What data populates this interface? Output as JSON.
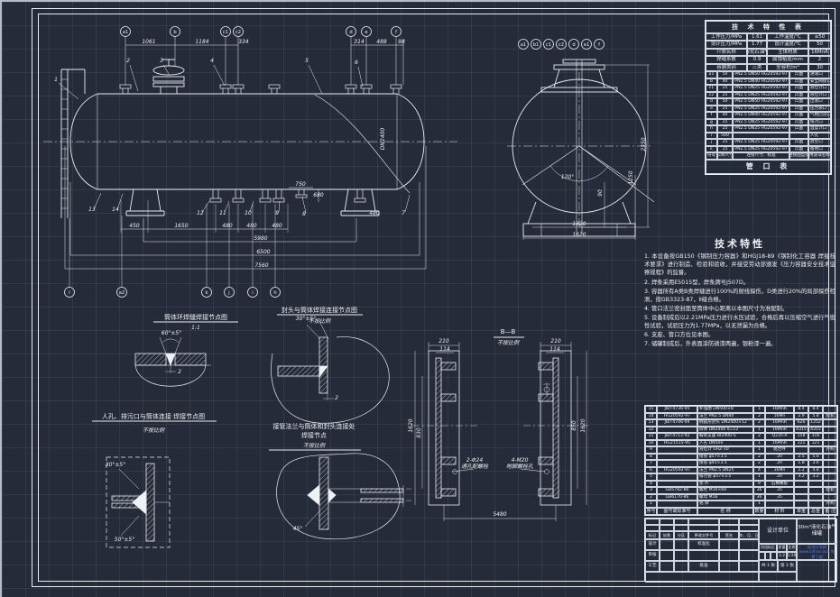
{
  "sheet": {
    "bg": "#252b38",
    "grid": "#2e3545",
    "line": "#e9edf4",
    "accent_blue": "#5b7fe8"
  },
  "param_table": {
    "title": "技 术 特 性 表",
    "rows": [
      [
        "工作压力/MPa",
        "1.61",
        "工作温度/℃",
        "≤50"
      ],
      [
        "设计压力/MPa",
        "1.77",
        "设计温度/℃",
        "50"
      ],
      [
        "介质名称",
        "液化石油气",
        "主体材质",
        "16MnR"
      ],
      [
        "焊缝系数",
        "0.9",
        "腐蚀裕度/mm",
        "2"
      ],
      [
        "容器类别",
        "三类",
        "全容积/m³",
        "30"
      ]
    ]
  },
  "nozzle_table": {
    "caption": "管  口  表",
    "header": [
      "符号",
      "公称尺寸",
      "连接尺寸、标准",
      "连接面型式",
      "用途或名称"
    ],
    "rows": [
      [
        "a1",
        "50",
        "PN2.5 DN50 HG20592-97",
        "凸面",
        "进液口"
      ],
      [
        "b",
        "40",
        "PN2.5 DN40 HG20592-97",
        "凸面",
        "安全阀接口"
      ],
      [
        "c1",
        "25",
        "PN2.5 DN25 HG20592-97",
        "凸面",
        "液位计口"
      ],
      [
        "c2",
        "25",
        "PN2.5 DN25 HG20592-97",
        "凸面",
        "液位计口"
      ],
      [
        "d",
        "50",
        "PN2.5 DN50 HG20592-97",
        "凸面",
        "出液口"
      ],
      [
        "e",
        "25",
        "PN2.5 DN25 HG20592-97",
        "凸面",
        "压力表口"
      ],
      [
        "f",
        "40",
        "PN2.5 DN40 HG20592-97",
        "凸面",
        "气相回流口"
      ],
      [
        "g",
        "25",
        "PN2.5 DN25 HG20592-97",
        "凸面",
        "排污口"
      ],
      [
        "h",
        "25",
        "PN2.5 DN25 HG20592-97",
        "凸面",
        "温度计口"
      ],
      [
        "i",
        "500",
        "",
        "",
        "人孔"
      ],
      [
        "j",
        "25",
        "PN2.5 DN25 HG20592-97",
        "凸面",
        "放空口"
      ],
      [
        "k",
        "25",
        "PN2.5 DN25 HG20592-97",
        "凸面",
        "备用口"
      ]
    ]
  },
  "notes": {
    "title": "技术特性",
    "items": [
      "1. 本设备按GB150《钢制压力容器》和HGJ18-89《钢制化工容器  焊接技术要求》进行制造、检验和验收，并接受劳动部颁发《压力容器安全技术监察规程》的监督。",
      "2. 焊条采用E5015型，焊条牌号J507D。",
      "3. 容器所有A类B类焊缝进行100%的射线探伤，D类进行20%的局部探伤检测，按GB3323-87，Ⅱ级合格。",
      "4. 管口法兰密封面至筒体中心距离以本图尺寸为准配制。",
      "5. 设备制成后以2.21MPa压力进行水压试验，合格后再以压缩空气进行气密性试验，试验压力为1.77MPa，以无泄漏为合格。",
      "6. 支座、管口方位见本图。",
      "7. 储罐制成后，外表面涂防锈漆两遍，银粉漆一遍。"
    ]
  },
  "bom": {
    "header": [
      "序号",
      "图号或标准号",
      "名  称",
      "数量",
      "材  料",
      "单重",
      "总重",
      "备 注"
    ],
    "weight_note": "重量(kg)",
    "rows": [
      [
        "15",
        "JB/T4736-95",
        "补强圈 DN500×8",
        "1",
        "16MnR",
        "8.4",
        "8.4",
        ""
      ],
      [
        "14",
        "HG20592-97",
        "法兰 PN2.5 DN40",
        "2",
        "16Mn",
        "2.9",
        "5.8",
        "配套"
      ],
      [
        "13",
        "JB/T4746-94",
        "椭圆形封头 DN2400×12",
        "2",
        "16MnR",
        "626",
        "1252",
        ""
      ],
      [
        "12",
        "",
        "筒体 DN2400 δ=12",
        "1",
        "16MnR",
        "4315",
        "4315",
        ""
      ],
      [
        "11",
        "JB/T4712-92",
        "鞍式支座 BⅠ2400-S",
        "2",
        "Q235-A",
        "158",
        "316",
        ""
      ],
      [
        "10",
        "HG21515-95",
        "人孔 DN500",
        "1",
        "16MnR",
        "121",
        "121",
        ""
      ],
      [
        "9",
        "",
        "液位计 UHZ-10",
        "1",
        "组合件",
        "",
        "",
        "外购"
      ],
      [
        "8",
        "",
        "接管 φ57×3.5",
        "2",
        "20",
        "2.5",
        "5.0",
        ""
      ],
      [
        "7",
        "",
        "接管 φ45×3.5",
        "2",
        "20",
        "1.8",
        "3.6",
        ""
      ],
      [
        "6",
        "HG20592-97",
        "法兰 PN2.5 DN25",
        "4",
        "16Mn",
        "1.2",
        "4.8",
        ""
      ],
      [
        "5",
        "",
        "排污管 φ57×3.5",
        "1",
        "20",
        "3.2",
        "3.2",
        ""
      ],
      [
        "4",
        "",
        "垫  片",
        "9",
        "石棉橡胶",
        "",
        "",
        ""
      ],
      [
        "3",
        "GB5782-86",
        "螺栓 M16×60",
        "36",
        "35",
        "",
        "",
        "配套"
      ],
      [
        "2",
        "GB6170-86",
        "螺母 M16",
        "36",
        "35",
        "",
        "",
        ""
      ],
      [
        "1",
        "",
        "铭  牌",
        "1",
        "",
        "",
        "",
        "外购"
      ]
    ]
  },
  "title_block": {
    "revision_header": [
      "标记",
      "处数",
      "分区",
      "更改文件号",
      "签名",
      "年、月、日"
    ],
    "role_rows": [
      [
        "设计",
        "",
        "",
        "标准化",
        "",
        ""
      ],
      [
        "审核",
        "",
        "",
        "",
        "",
        ""
      ],
      [
        "工艺",
        "",
        "",
        "批准",
        "",
        ""
      ]
    ],
    "stage_label": "阶段标记",
    "mass_label": "质量",
    "scale_label": "比例",
    "mass_value": "3.2",
    "scale_value": "1:20",
    "sheets_total": "共 1 张",
    "sheet_no": "第 1 张",
    "org_name": "设计单位",
    "drawing_title": "30m³液化石油气储罐",
    "watermark": "标准分享网 www.bzfxw.com 免费下载"
  },
  "front_view": {
    "top_balloons": [
      "a1",
      "b",
      "c1",
      "c2",
      "d",
      "e",
      "f"
    ],
    "top_dims": [
      "1061",
      "1184",
      "334",
      "314",
      "488",
      "98"
    ],
    "bottom_balloons": [
      "l",
      "a2",
      "k",
      "j",
      "i",
      "h"
    ],
    "bottom_dims": [
      "450",
      "1650",
      "480",
      "480",
      "480"
    ],
    "total_dims": [
      "5980",
      "6500",
      "7560"
    ],
    "part_numbers_top": [
      "1",
      "2",
      "3",
      "4",
      "5",
      "6"
    ],
    "part_numbers_bottom": [
      "12",
      "11",
      "10",
      "9",
      "8",
      "7",
      "13",
      "14"
    ],
    "misc_dims": [
      "750",
      "680",
      "480"
    ],
    "diameter_label": "DN2400"
  },
  "end_view": {
    "balloons": [
      "a1",
      "b1",
      "c1",
      "c2",
      "d",
      "e1",
      "f"
    ],
    "angle": "120°",
    "dim_bottom": [
      "1320",
      "1620"
    ],
    "dim_right": [
      "2350",
      "1250",
      "90"
    ]
  },
  "section_bb": {
    "title": "B—B",
    "subtitle": "不按比例",
    "top_dims": [
      "210",
      "114",
      "210",
      "114"
    ],
    "left_dims": [
      "1620",
      "830"
    ],
    "right_dims": [
      "850",
      "1620"
    ],
    "bottom_dim": "5480",
    "note1a": "2-Φ24",
    "note1b": "通孔配螺栓",
    "note2a": "4-M20",
    "note2b": "地脚螺栓孔"
  },
  "weld_details": {
    "d1_title": "筒体环焊缝焊接节点图",
    "d1_sub": "1:1",
    "d1_angle": "60°±5°",
    "d1_dim": "2",
    "d2_title": "封头与筒体焊接连接节点图",
    "d2_sub": "不按比例",
    "d2_angle": "30°±5°",
    "d2_dim": "2",
    "d3_title": "人孔、排污口与筒体连接 焊接节点图",
    "d3_sub": "不按比例",
    "d3_angle1": "30°±5°",
    "d3_angle2": "50°±5°",
    "d4_title1": "接管法兰与筒体和封头连接处",
    "d4_title2": "焊接节点",
    "d4_sub": "不按比例",
    "d4_angle": "45°"
  }
}
